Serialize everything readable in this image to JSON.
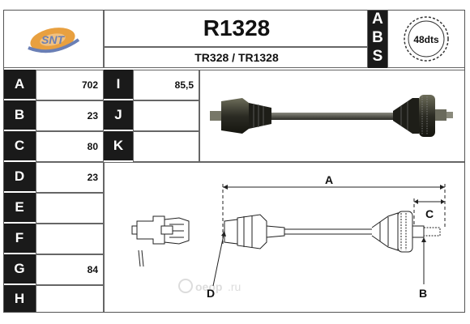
{
  "header": {
    "part_number": "R1328",
    "cross_refs": "TR328 / TR1328",
    "abs_letters": [
      "A",
      "B",
      "S"
    ],
    "abs_badge": "48dts",
    "logo_text": "SNT"
  },
  "specs": {
    "rows_left": [
      {
        "label": "A",
        "value": "702"
      },
      {
        "label": "B",
        "value": "23"
      },
      {
        "label": "C",
        "value": "80"
      },
      {
        "label": "D",
        "value": "23"
      },
      {
        "label": "E",
        "value": ""
      },
      {
        "label": "F",
        "value": ""
      },
      {
        "label": "G",
        "value": "84"
      },
      {
        "label": "H",
        "value": ""
      }
    ],
    "rows_mid": [
      {
        "label": "I",
        "value": "85,5"
      },
      {
        "label": "J",
        "value": ""
      },
      {
        "label": "K",
        "value": ""
      }
    ]
  },
  "diagram": {
    "dim_labels": {
      "a": "A",
      "b": "B",
      "c": "C",
      "d": "D"
    }
  },
  "watermark": {
    "brand": "oeop",
    "suffix": ".ru"
  },
  "colors": {
    "label_bg": "#1a1a1a",
    "logo_orange": "#e8a040",
    "logo_blue": "#6a7fb5",
    "watermark": "#d9d9d9"
  }
}
